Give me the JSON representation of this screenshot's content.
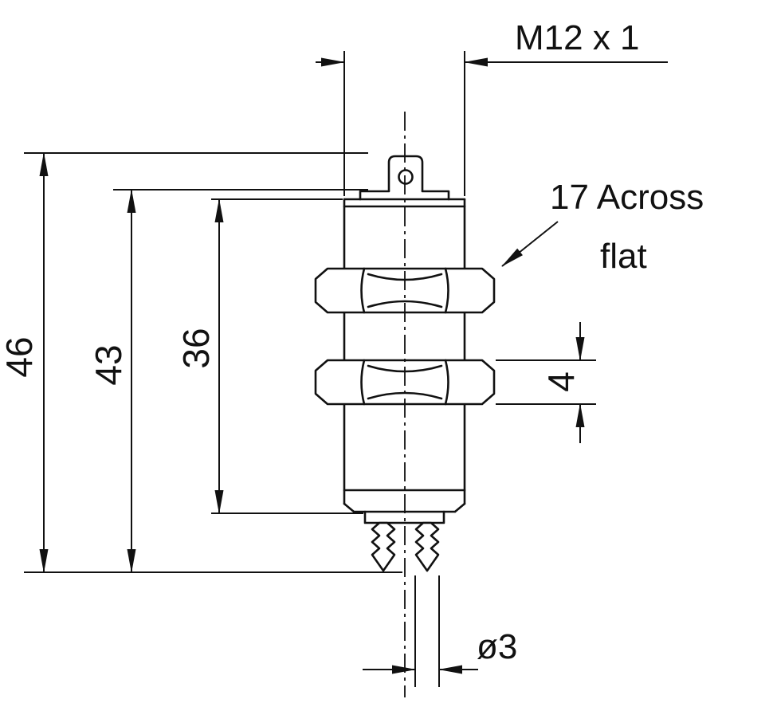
{
  "drawing": {
    "type": "technical-dimension-drawing",
    "component": "threaded cylindrical sensor with hex nuts and connector pins",
    "colors": {
      "line": "#111111",
      "background": "#ffffff"
    }
  },
  "labels": {
    "thread_spec": "M12 x 1",
    "height_overall": "46",
    "height_mid": "43",
    "height_body": "36",
    "across_flat_1": "17 Across",
    "across_flat_2": "flat",
    "nut_thickness": "4",
    "pin_diameter": "ø3"
  }
}
